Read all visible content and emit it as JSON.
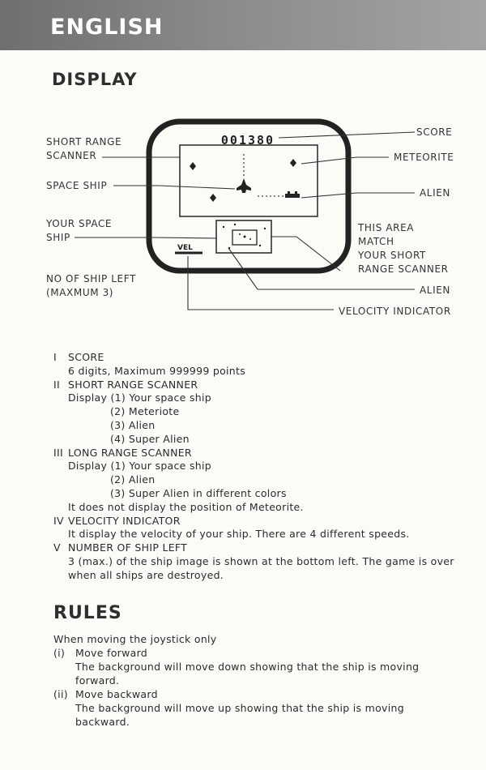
{
  "header": {
    "title": "ENGLISH"
  },
  "display": {
    "title": "DISPLAY",
    "screen": {
      "score": "001380",
      "vel_label": "VEL"
    },
    "labels": {
      "short_range_scanner": [
        "SHORT RANGE",
        "SCANNER"
      ],
      "space_ship": "SPACE SHIP",
      "your_space_ship": [
        "YOUR SPACE",
        "SHIP"
      ],
      "no_of_ship_left": [
        "NO OF SHIP LEFT",
        "(MAXMUM 3)"
      ],
      "score": "SCORE",
      "meteorite": "METEORITE",
      "alien": "ALIEN",
      "this_area": [
        "THIS AREA",
        "MATCH",
        "YOUR SHORT",
        "RANGE SCANNER"
      ],
      "alien_2": "ALIEN",
      "velocity_indicator": "VELOCITY INDICATOR"
    },
    "items": [
      {
        "num": "I",
        "heading": "SCORE",
        "lines": [
          "6 digits, Maximum 999999 points"
        ]
      },
      {
        "num": "II",
        "heading": "SHORT RANGE SCANNER",
        "display_label": "Display",
        "list": [
          "(1)  Your space ship",
          "(2)  Meteriote",
          "(3)  Alien",
          "(4)  Super Alien"
        ]
      },
      {
        "num": "III",
        "heading": "LONG RANGE SCANNER",
        "display_label": "Display",
        "list": [
          "(1)  Your space ship",
          "(2)  Alien",
          "(3)  Super Alien in different colors"
        ],
        "note": "It does not display the position of Meteorite."
      },
      {
        "num": "IV",
        "heading": "VELOCITY INDICATOR",
        "lines": [
          "It display the velocity of your ship. There are 4 different speeds."
        ]
      },
      {
        "num": "V",
        "heading": "NUMBER OF SHIP LEFT",
        "lines": [
          "3 (max.) of the ship image is shown at the bottom left. The game is over when all ships are destroyed."
        ]
      }
    ]
  },
  "rules": {
    "title": "RULES",
    "intro": "When moving the joystick only",
    "items": [
      {
        "num": "(i)",
        "heading": "Move forward",
        "text": "The background will move down showing that the ship is moving forward."
      },
      {
        "num": "(ii)",
        "heading": "Move backward",
        "text": "The background will move up showing that the ship is moving backward."
      }
    ]
  }
}
